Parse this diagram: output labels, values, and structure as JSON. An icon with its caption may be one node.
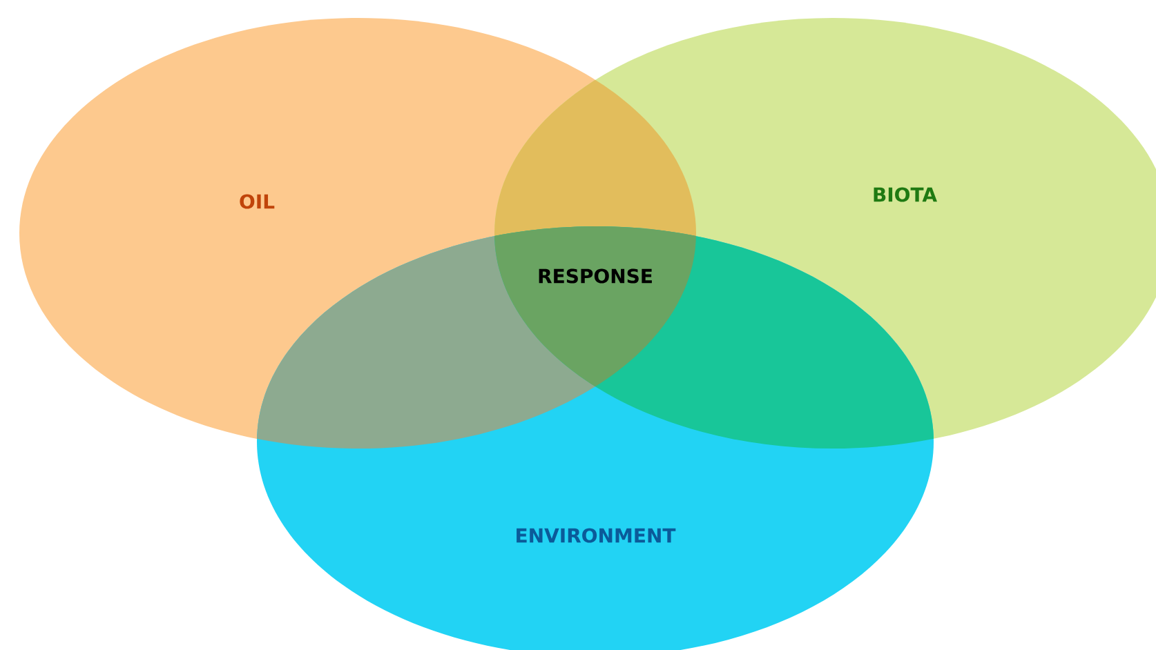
{
  "diagram": {
    "nodes": [
      {
        "text": [
          "OIL"
        ]
      },
      {
        "text": [
          "BIOTA"
        ]
      },
      {
        "text": [
          "ENVIRONMENT"
        ]
      }
    ],
    "labels": [
      "RESPONSE"
    ]
  }
}
